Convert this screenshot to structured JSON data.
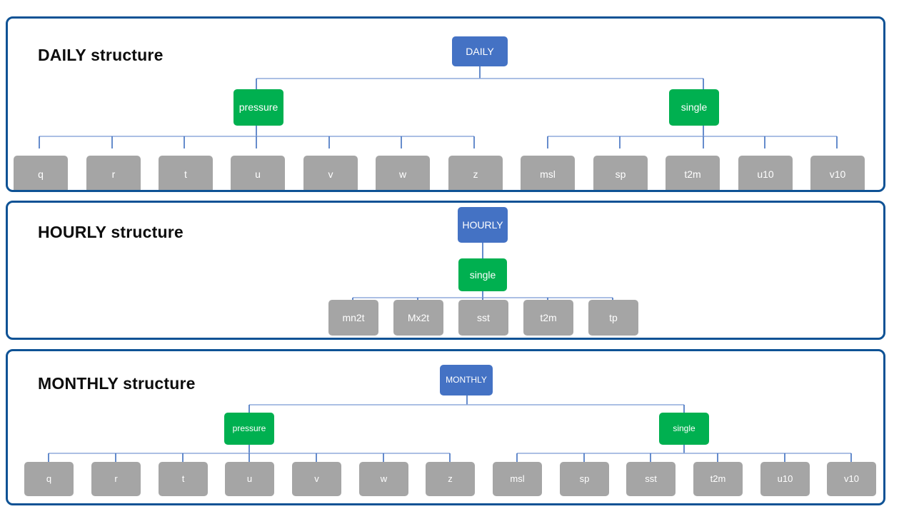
{
  "page": {
    "background": "#ffffff",
    "panel_border_color": "#0e5295",
    "root_color": "#4472c4",
    "group_color": "#00b050",
    "leaf_color": "#a5a5a5",
    "link_color": "#8faadc",
    "link_stem_color": "#3f6fc0"
  },
  "panels": [
    {
      "id": "daily",
      "title": "DAILY structure",
      "root": {
        "label": "DAILY"
      },
      "groups": [
        {
          "label": "pressure",
          "leaves": [
            {
              "label": "q"
            },
            {
              "label": "r"
            },
            {
              "label": "t"
            },
            {
              "label": "u"
            },
            {
              "label": "v"
            },
            {
              "label": "w"
            },
            {
              "label": "z"
            }
          ]
        },
        {
          "label": "single",
          "leaves": [
            {
              "label": "msl"
            },
            {
              "label": "sp"
            },
            {
              "label": "t2m"
            },
            {
              "label": "u10"
            },
            {
              "label": "v10"
            }
          ]
        }
      ]
    },
    {
      "id": "hourly",
      "title": "HOURLY structure",
      "root": {
        "label": "HOURLY"
      },
      "groups": [
        {
          "label": "single",
          "leaves": [
            {
              "label": "mn2t"
            },
            {
              "label": "Mx2t"
            },
            {
              "label": "sst"
            },
            {
              "label": "t2m"
            },
            {
              "label": "tp"
            }
          ]
        }
      ]
    },
    {
      "id": "monthly",
      "title": "MONTHLY structure",
      "root": {
        "label": "MONTHLY"
      },
      "groups": [
        {
          "label": "pressure",
          "leaves": [
            {
              "label": "q"
            },
            {
              "label": "r"
            },
            {
              "label": "t"
            },
            {
              "label": "u"
            },
            {
              "label": "v"
            },
            {
              "label": "w"
            },
            {
              "label": "z"
            }
          ]
        },
        {
          "label": "single",
          "leaves": [
            {
              "label": "msl"
            },
            {
              "label": "sp"
            },
            {
              "label": "sst"
            },
            {
              "label": "t2m"
            },
            {
              "label": "u10"
            },
            {
              "label": "v10"
            }
          ]
        }
      ]
    }
  ]
}
